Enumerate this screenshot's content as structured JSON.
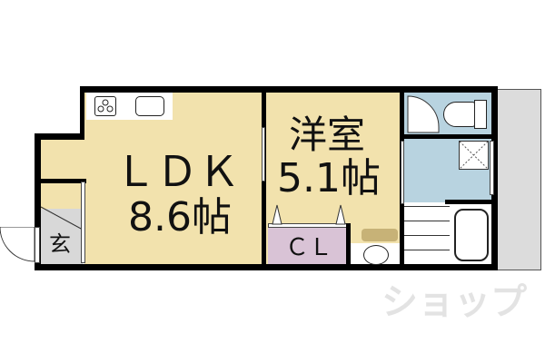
{
  "floorplan": {
    "rooms": [
      {
        "id": "ldk",
        "label": "ＬＤＫ",
        "size": "8.6帖"
      },
      {
        "id": "western-room",
        "label": "洋室",
        "size": "5.1帖"
      },
      {
        "id": "closet",
        "label": "ＣＬ"
      },
      {
        "id": "entrance",
        "label": "玄"
      }
    ],
    "fixtures": [
      "stove-burners",
      "kitchen-sink",
      "toilet",
      "washing-machine-pan",
      "washbasin",
      "bathtub"
    ],
    "colors": {
      "living": "#f2e2ad",
      "closet": "#d9c3d6",
      "wet_area": "#b8d3e0",
      "entrance": "#d8d8d8",
      "balcony": "#dcdcdc",
      "wall": "#000000"
    },
    "watermark": "ショップ"
  }
}
